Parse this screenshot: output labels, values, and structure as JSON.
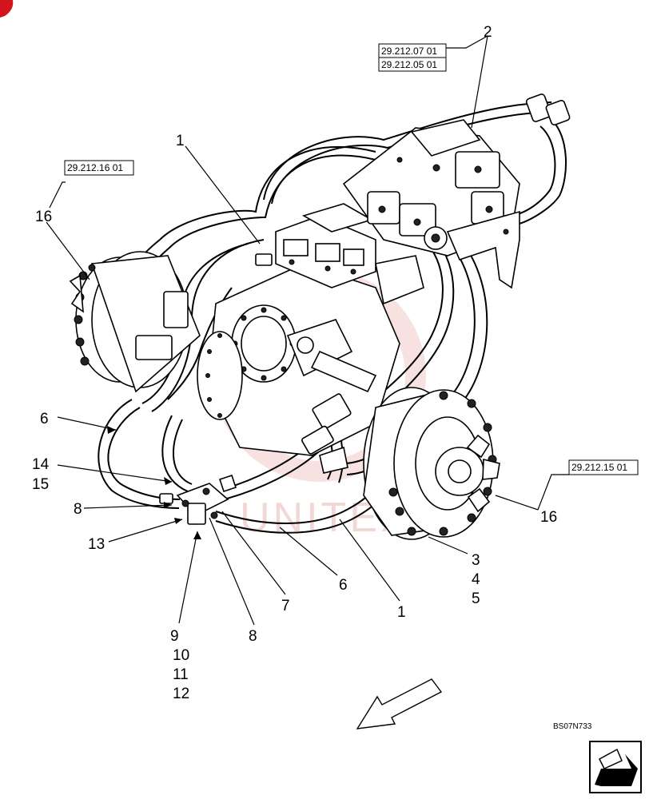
{
  "labels": {
    "l1a": "1",
    "l1b": "1",
    "l2": "2",
    "l3": "3",
    "l4": "4",
    "l5": "5",
    "l6a": "6",
    "l6b": "6",
    "l7": "7",
    "l8a": "8",
    "l8b": "8",
    "l9": "9",
    "l10": "10",
    "l11": "11",
    "l12": "12",
    "l13": "13",
    "l14": "14",
    "l15": "15",
    "l16a": "16",
    "l16b": "16"
  },
  "refs": {
    "ref_2a": "29.212.07 01",
    "ref_2b": "29.212.05 01",
    "ref_16a": "29.212.16 01",
    "ref_16b": "29.212.15 01"
  },
  "drawing_code": "BS07N733",
  "watermark": "UNITEX",
  "icons": {
    "corner_badge": "red-corner-badge",
    "direction_arrow": "forward-direction-arrow-icon",
    "nav_icon": "next-page-arrow-icon"
  },
  "colors": {
    "badge": "#d4141c",
    "watermark": "#e8b8b8"
  }
}
